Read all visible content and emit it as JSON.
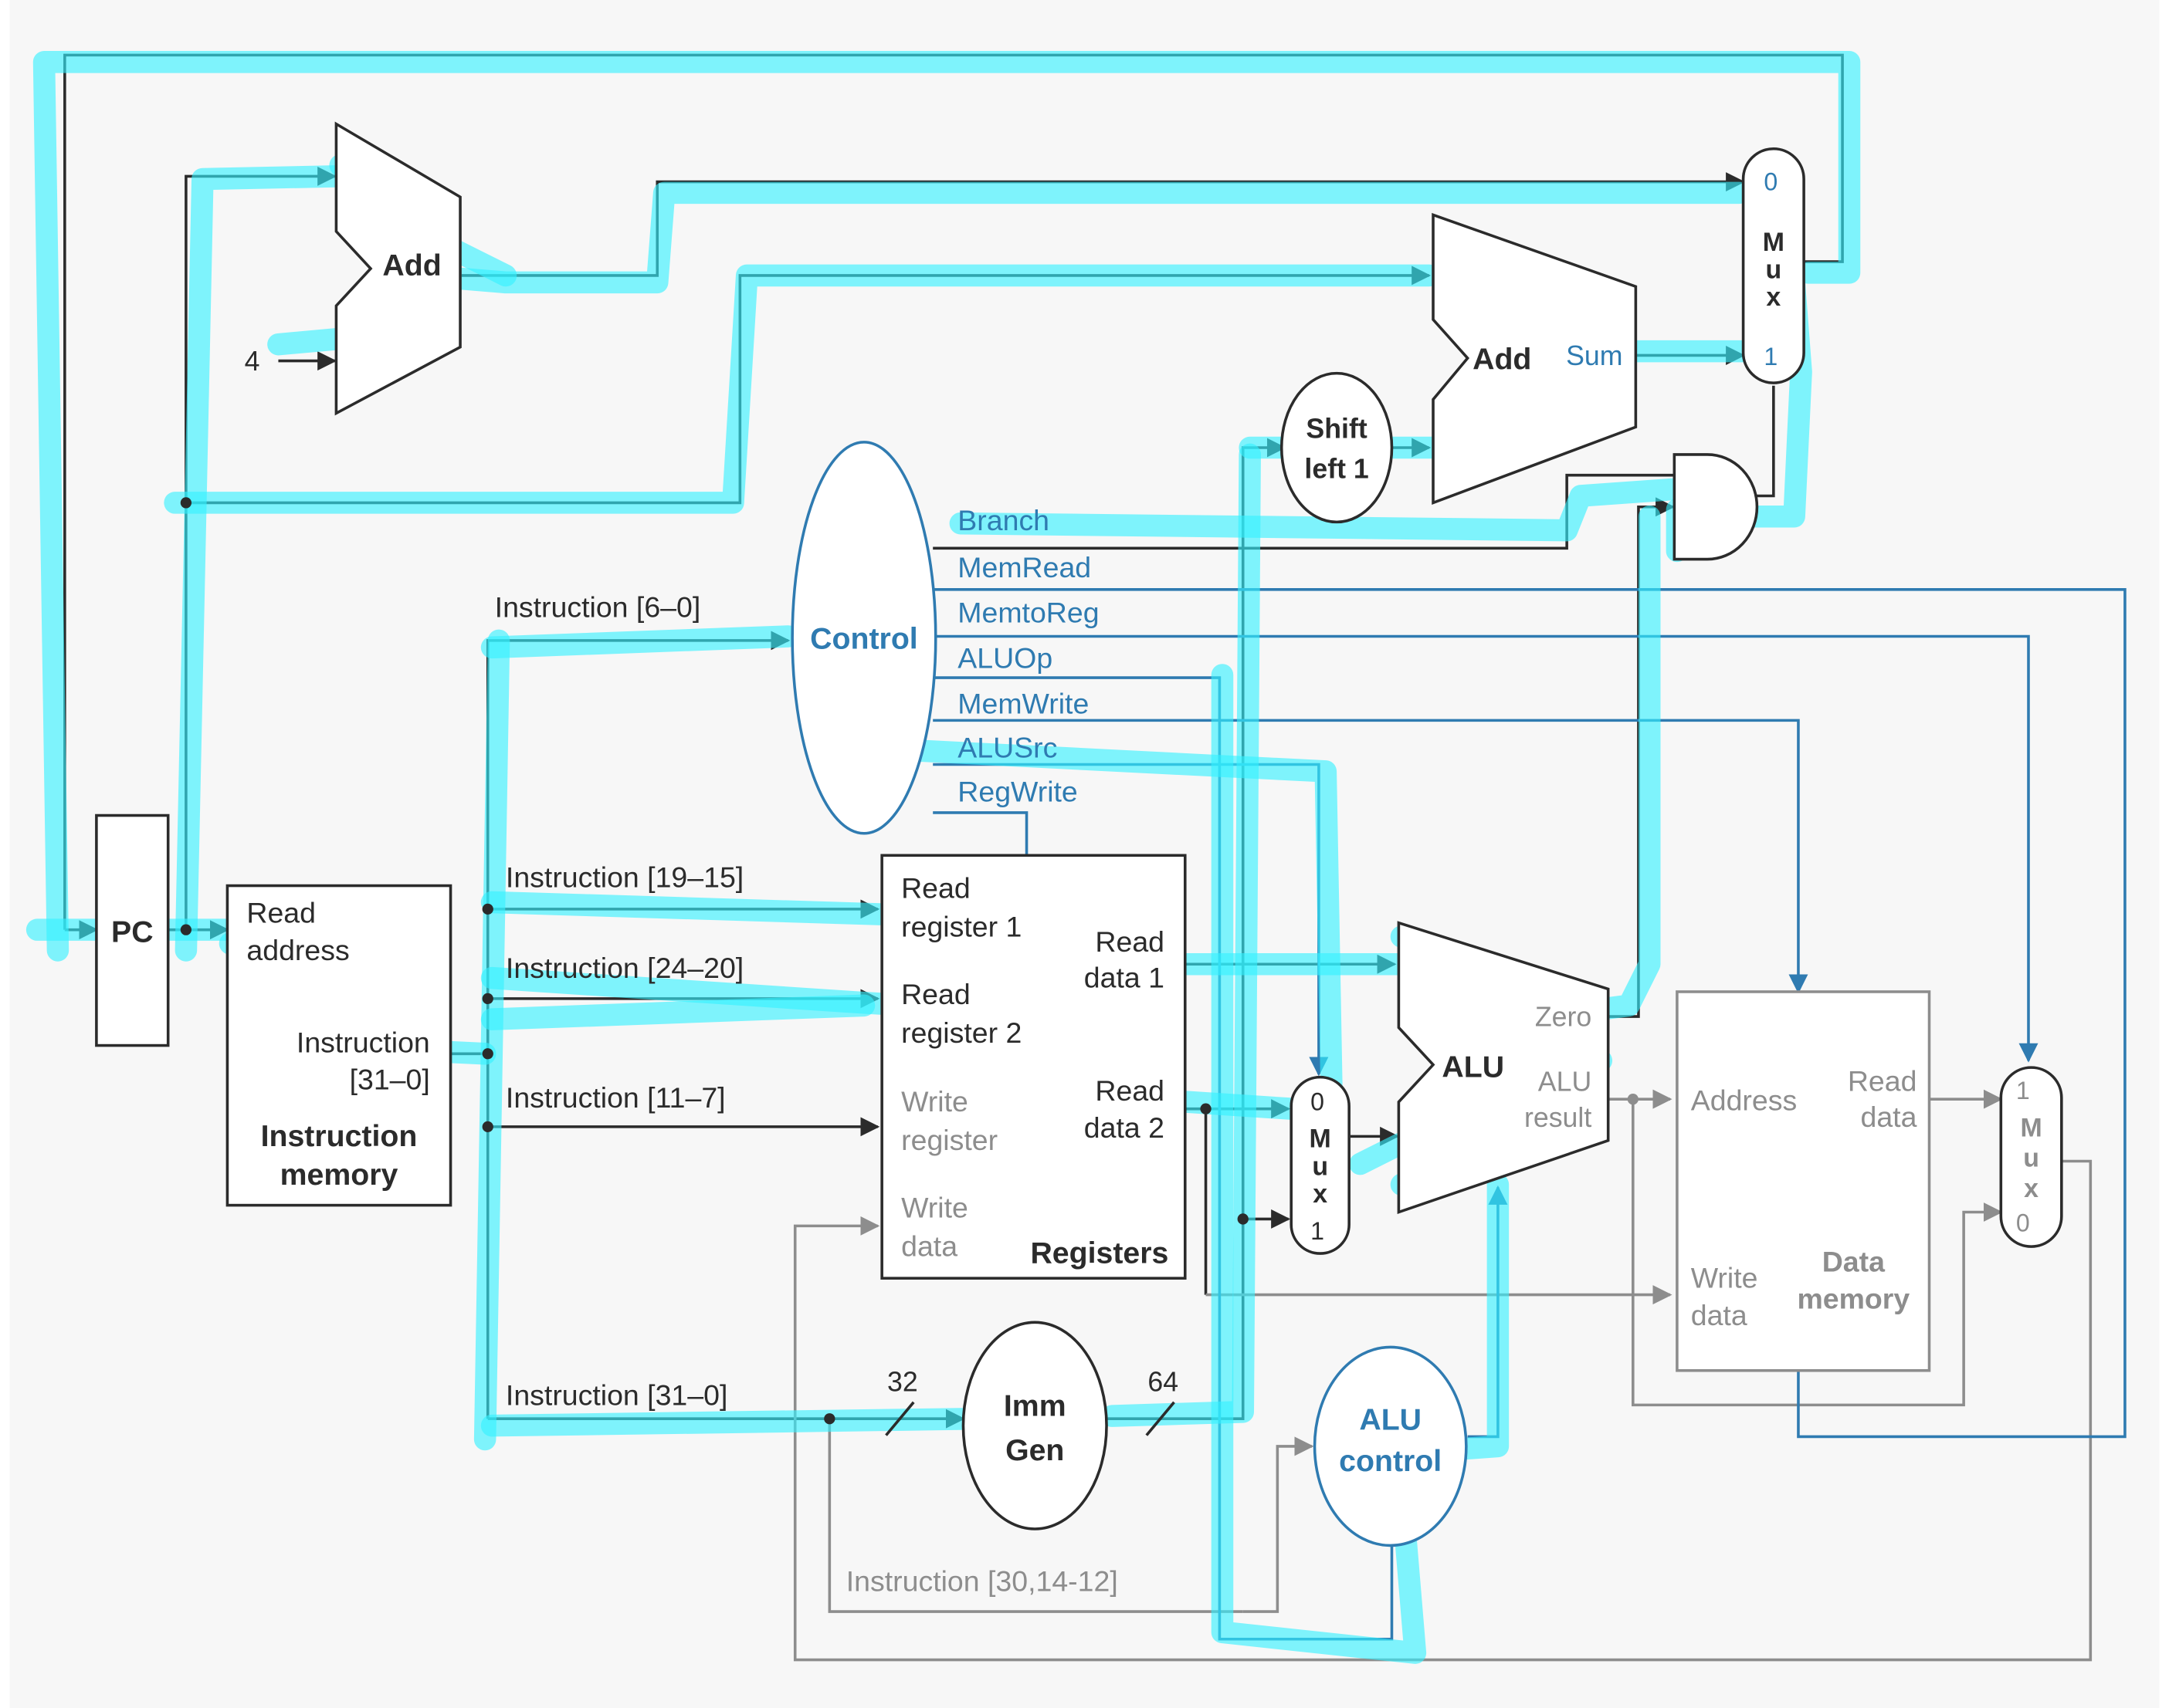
{
  "colors": {
    "wire": "#2b2b2b",
    "control": "#2f7bb1",
    "gray": "#8d8d8d",
    "highlight": "#33f0ff",
    "box_fill": "#ffffff",
    "page_bg": "#f7f7f7"
  },
  "components": {
    "pc": "PC",
    "add_pc": "Add",
    "const_four": "4",
    "add_branch": "Add",
    "sum_label": "Sum",
    "shift_left": [
      "Shift",
      "left 1"
    ],
    "control": "Control",
    "instr_mem": {
      "read_address": [
        "Read",
        "address"
      ],
      "instruction_out": [
        "Instruction",
        "[31–0]"
      ],
      "title": [
        "Instruction",
        "memory"
      ]
    },
    "registers": {
      "read_reg1": [
        "Read",
        "register 1"
      ],
      "read_reg2": [
        "Read",
        "register 2"
      ],
      "write_reg": [
        "Write",
        "register"
      ],
      "write_data": [
        "Write",
        "data"
      ],
      "read_data1": [
        "Read",
        "data 1"
      ],
      "read_data2": [
        "Read",
        "data 2"
      ],
      "title": "Registers"
    },
    "alu": {
      "label": "ALU",
      "zero": "Zero",
      "result": [
        "ALU",
        "result"
      ]
    },
    "alu_control": [
      "ALU",
      "control"
    ],
    "imm_gen": [
      "Imm",
      "Gen"
    ],
    "data_memory": {
      "address": "Address",
      "read_data": [
        "Read",
        "data"
      ],
      "write_data": [
        "Write",
        "data"
      ],
      "title": [
        "Data",
        "memory"
      ]
    },
    "mux_pc": {
      "top": "0",
      "bottom": "1",
      "letters": [
        "M",
        "u",
        "x"
      ]
    },
    "mux_alu": {
      "top": "0",
      "bottom": "1",
      "letters": [
        "M",
        "u",
        "x"
      ]
    },
    "mux_wb": {
      "top": "1",
      "bottom": "0",
      "letters": [
        "M",
        "u",
        "x"
      ]
    }
  },
  "control_signals": [
    "Branch",
    "MemRead",
    "MemtoReg",
    "ALUOp",
    "MemWrite",
    "ALUSrc",
    "RegWrite"
  ],
  "instruction_fields": {
    "opcode": "Instruction [6–0]",
    "rs1": "Instruction [19–15]",
    "rs2": "Instruction [24–20]",
    "rd": "Instruction [11–7]",
    "imm": "Instruction [31–0]",
    "funct": "Instruction [30,14-12]"
  },
  "bus_widths": {
    "in": "32",
    "out": "64"
  }
}
